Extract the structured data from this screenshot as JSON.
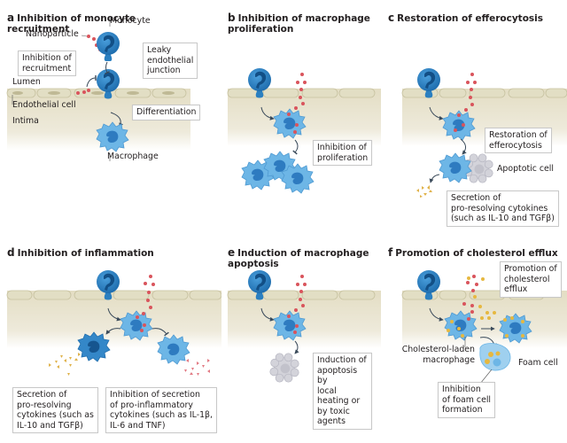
{
  "colors": {
    "monocyte": "#2a7fc0",
    "macrophage": "#6db6e6",
    "nanoparticle": "#d9545c",
    "cholesterol": "#e6b840",
    "apoptotic": "#cfcfd6",
    "intima_band": "#e6e1c8",
    "endothelium": "#dcd8b8"
  },
  "panels": [
    {
      "letter": "a",
      "title": "Inhibition of monocyte recruitment",
      "labels": {
        "monocyte": "Monocyte",
        "nanoparticle": "Nanoparticle",
        "inhibition": "Inhibition of\nrecruitment",
        "leaky": "Leaky\nendothelial\njunction",
        "lumen": "Lumen",
        "endothelial_cell": "Endothelial cell",
        "intima": "Intima",
        "differentiation": "Differentiation",
        "macrophage": "Macrophage"
      }
    },
    {
      "letter": "b",
      "title": "Inhibition of macrophage\nproliferation",
      "labels": {
        "callout": "Inhibition of\nproliferation"
      }
    },
    {
      "letter": "c",
      "title": "Restoration of efferocytosis",
      "labels": {
        "restoration": "Restoration of\nefferocytosis",
        "apoptotic_cell": "Apoptotic cell",
        "secretion": "Secretion of\npro-resolving cytokines\n(such as IL-10 and TGFβ)"
      }
    },
    {
      "letter": "d",
      "title": "Inhibition of inflammation",
      "labels": {
        "secretion": "Secretion of\npro-resolving\ncytokines (such as\nIL-10 and TGFβ)",
        "inhibition": "Inhibition of secretion\nof pro-inflammatory\ncytokines (such as IL-1β,\nIL-6 and TNF)"
      }
    },
    {
      "letter": "e",
      "title": "Induction of macrophage\napoptosis",
      "labels": {
        "callout": "Induction of\napoptosis by\nlocal heating or\nby toxic agents"
      }
    },
    {
      "letter": "f",
      "title": "Promotion of cholesterol efflux",
      "labels": {
        "promotion": "Promotion of\ncholesterol\nefflux",
        "laden": "Cholesterol-laden\nmacrophage",
        "foam": "Foam cell",
        "inhibition": "Inhibition\nof foam cell\nformation"
      }
    }
  ]
}
